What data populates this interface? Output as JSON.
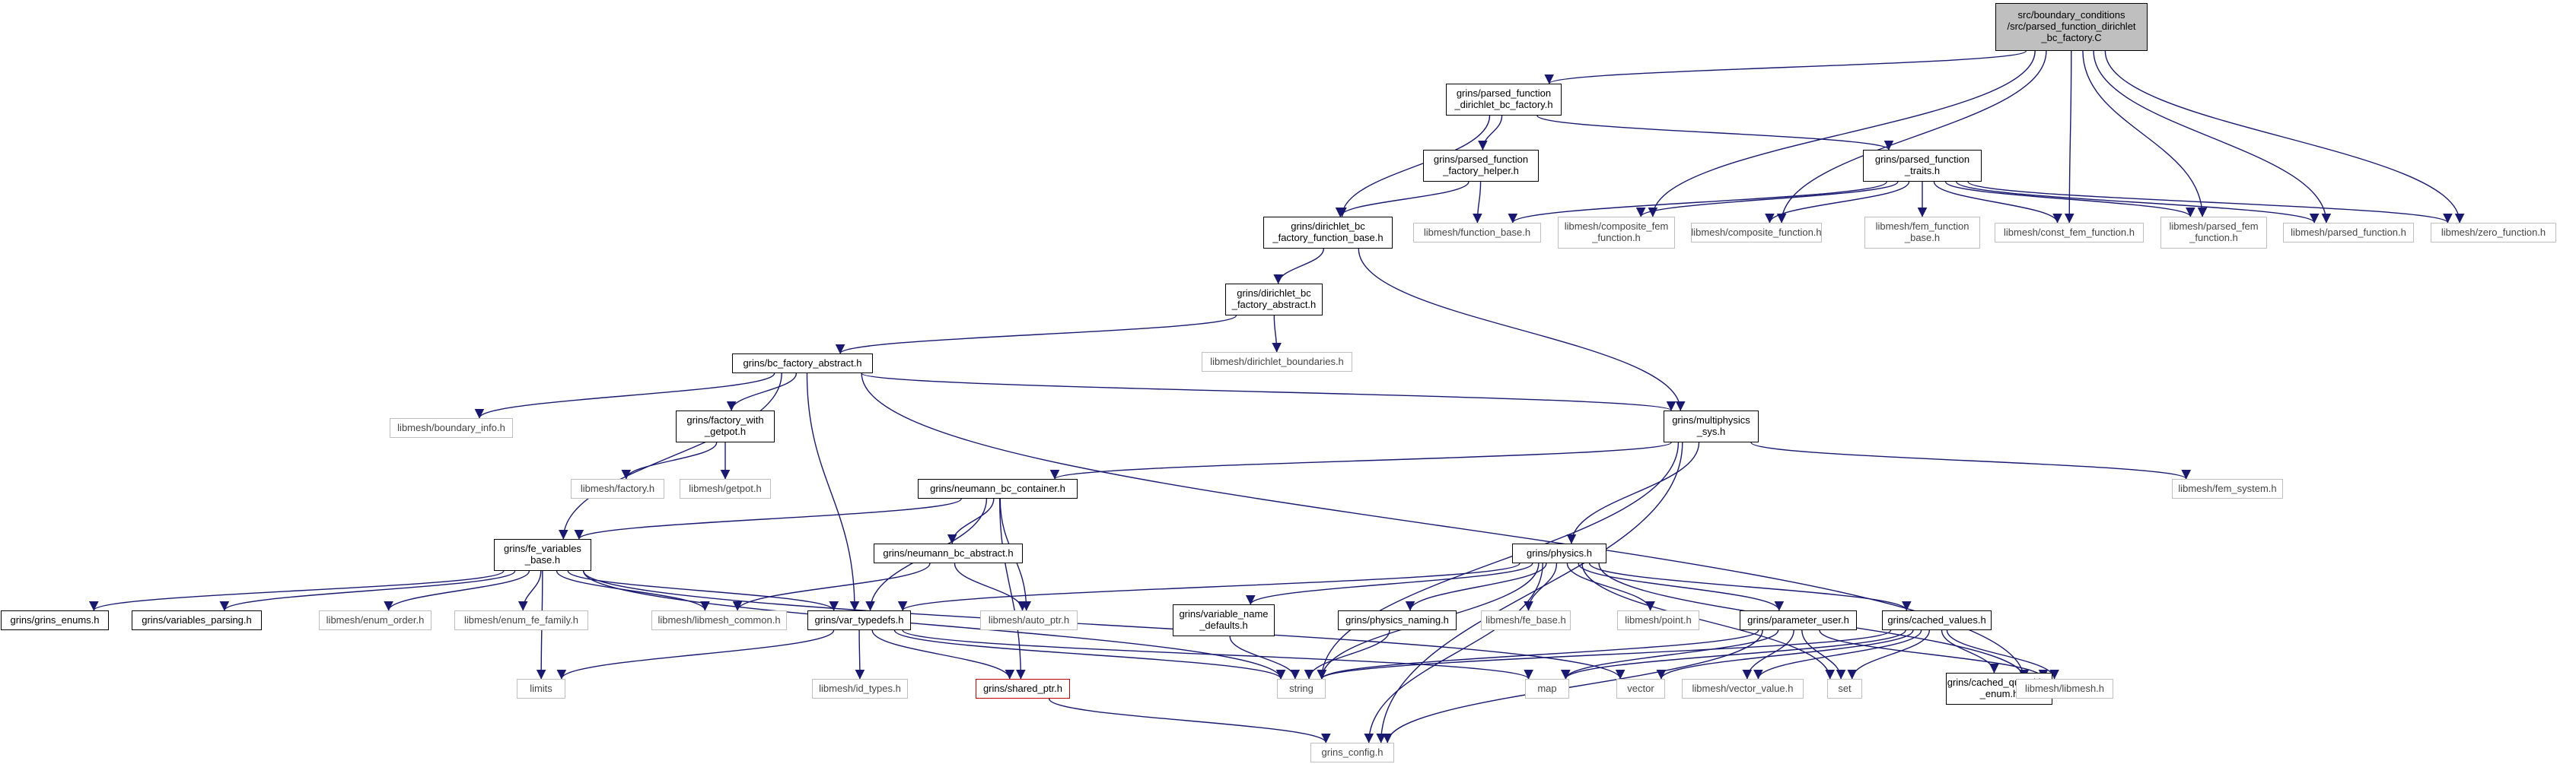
{
  "diagram": {
    "edge_color": "#191970",
    "nodes": [
      {
        "id": "root",
        "label": "src/boundary_conditions\n/src/parsed_function_dirichlet\n_bc_factory.C",
        "kind": "root"
      },
      {
        "id": "pfdbf",
        "label": "grins/parsed_function\n_dirichlet_bc_factory.h",
        "kind": "doc"
      },
      {
        "id": "pfffh",
        "label": "grins/parsed_function\n_factory_helper.h",
        "kind": "doc"
      },
      {
        "id": "pft",
        "label": "grins/parsed_function\n_traits.h",
        "kind": "doc"
      },
      {
        "id": "dbffb",
        "label": "grins/dirichlet_bc\n_factory_function_base.h",
        "kind": "doc"
      },
      {
        "id": "fbase",
        "label": "libmesh/function_base.h",
        "kind": "ext"
      },
      {
        "id": "cfemf",
        "label": "libmesh/composite_fem\n_function.h",
        "kind": "ext"
      },
      {
        "id": "compf",
        "label": "libmesh/composite_function.h",
        "kind": "ext"
      },
      {
        "id": "femfb",
        "label": "libmesh/fem_function\n_base.h",
        "kind": "ext"
      },
      {
        "id": "constfem",
        "label": "libmesh/const_fem_function.h",
        "kind": "ext"
      },
      {
        "id": "pfem",
        "label": "libmesh/parsed_fem\n_function.h",
        "kind": "ext"
      },
      {
        "id": "parsedf",
        "label": "libmesh/parsed_function.h",
        "kind": "ext"
      },
      {
        "id": "zerof",
        "label": "libmesh/zero_function.h",
        "kind": "ext"
      },
      {
        "id": "dbfa",
        "label": "grins/dirichlet_bc\n_factory_abstract.h",
        "kind": "doc"
      },
      {
        "id": "dboundaries",
        "label": "libmesh/dirichlet_boundaries.h",
        "kind": "ext"
      },
      {
        "id": "bcfa",
        "label": "grins/bc_factory_abstract.h",
        "kind": "doc"
      },
      {
        "id": "binfo",
        "label": "libmesh/boundary_info.h",
        "kind": "ext"
      },
      {
        "id": "fwg",
        "label": "grins/factory_with\n_getpot.h",
        "kind": "doc"
      },
      {
        "id": "msys",
        "label": "grins/multiphysics\n_sys.h",
        "kind": "doc"
      },
      {
        "id": "factory",
        "label": "libmesh/factory.h",
        "kind": "ext"
      },
      {
        "id": "getpot",
        "label": "libmesh/getpot.h",
        "kind": "ext"
      },
      {
        "id": "femsys",
        "label": "libmesh/fem_system.h",
        "kind": "ext"
      },
      {
        "id": "nbcc",
        "label": "grins/neumann_bc_container.h",
        "kind": "doc"
      },
      {
        "id": "fevb",
        "label": "grins/fe_variables\n_base.h",
        "kind": "doc"
      },
      {
        "id": "nbca",
        "label": "grins/neumann_bc_abstract.h",
        "kind": "doc"
      },
      {
        "id": "physics",
        "label": "grins/physics.h",
        "kind": "doc"
      },
      {
        "id": "genums",
        "label": "grins/grins_enums.h",
        "kind": "doc"
      },
      {
        "id": "vparsing",
        "label": "grins/variables_parsing.h",
        "kind": "doc"
      },
      {
        "id": "eorder",
        "label": "libmesh/enum_order.h",
        "kind": "ext"
      },
      {
        "id": "efefam",
        "label": "libmesh/enum_fe_family.h",
        "kind": "ext"
      },
      {
        "id": "lcommon",
        "label": "libmesh/libmesh_common.h",
        "kind": "ext"
      },
      {
        "id": "vtypedefs",
        "label": "grins/var_typedefs.h",
        "kind": "doc"
      },
      {
        "id": "autoptr",
        "label": "libmesh/auto_ptr.h",
        "kind": "ext"
      },
      {
        "id": "vnd",
        "label": "grins/variable_name\n_defaults.h",
        "kind": "doc"
      },
      {
        "id": "pnaming",
        "label": "grins/physics_naming.h",
        "kind": "doc"
      },
      {
        "id": "febase",
        "label": "libmesh/fe_base.h",
        "kind": "ext"
      },
      {
        "id": "point",
        "label": "libmesh/point.h",
        "kind": "ext"
      },
      {
        "id": "puser",
        "label": "grins/parameter_user.h",
        "kind": "doc"
      },
      {
        "id": "cvalues",
        "label": "grins/cached_values.h",
        "kind": "doc"
      },
      {
        "id": "limits",
        "label": "limits",
        "kind": "ext"
      },
      {
        "id": "idtypes",
        "label": "libmesh/id_types.h",
        "kind": "ext"
      },
      {
        "id": "sptr",
        "label": "grins/shared_ptr.h",
        "kind": "warn"
      },
      {
        "id": "string",
        "label": "string",
        "kind": "ext"
      },
      {
        "id": "map",
        "label": "map",
        "kind": "ext"
      },
      {
        "id": "vector",
        "label": "vector",
        "kind": "ext"
      },
      {
        "id": "vvalue",
        "label": "libmesh/vector_value.h",
        "kind": "ext"
      },
      {
        "id": "set",
        "label": "set",
        "kind": "ext"
      },
      {
        "id": "cqe",
        "label": "grins/cached_quantities\n_enum.h",
        "kind": "doc"
      },
      {
        "id": "libmesh",
        "label": "libmesh/libmesh.h",
        "kind": "ext"
      },
      {
        "id": "gconfig",
        "label": "grins_config.h",
        "kind": "ext"
      }
    ],
    "edges": [
      [
        "root",
        "pfdbf"
      ],
      [
        "root",
        "cfemf"
      ],
      [
        "root",
        "compf"
      ],
      [
        "root",
        "constfem"
      ],
      [
        "root",
        "pfem"
      ],
      [
        "root",
        "parsedf"
      ],
      [
        "root",
        "zerof"
      ],
      [
        "pfdbf",
        "pfffh"
      ],
      [
        "pfdbf",
        "pft"
      ],
      [
        "pfdbf",
        "dbffb"
      ],
      [
        "pfffh",
        "dbffb"
      ],
      [
        "pfffh",
        "fbase"
      ],
      [
        "pft",
        "fbase"
      ],
      [
        "pft",
        "cfemf"
      ],
      [
        "pft",
        "compf"
      ],
      [
        "pft",
        "femfb"
      ],
      [
        "pft",
        "constfem"
      ],
      [
        "pft",
        "pfem"
      ],
      [
        "pft",
        "parsedf"
      ],
      [
        "pft",
        "zerof"
      ],
      [
        "dbffb",
        "dbfa"
      ],
      [
        "dbffb",
        "msys"
      ],
      [
        "dbfa",
        "bcfa"
      ],
      [
        "dbfa",
        "dboundaries"
      ],
      [
        "bcfa",
        "binfo"
      ],
      [
        "bcfa",
        "fwg"
      ],
      [
        "bcfa",
        "msys"
      ],
      [
        "bcfa",
        "fevb"
      ],
      [
        "bcfa",
        "vtypedefs"
      ],
      [
        "bcfa",
        "libmesh"
      ],
      [
        "fwg",
        "factory"
      ],
      [
        "fwg",
        "getpot"
      ],
      [
        "msys",
        "femsys"
      ],
      [
        "msys",
        "nbcc"
      ],
      [
        "msys",
        "physics"
      ],
      [
        "msys",
        "string"
      ],
      [
        "msys",
        "gconfig"
      ],
      [
        "nbcc",
        "fevb"
      ],
      [
        "nbcc",
        "nbca"
      ],
      [
        "nbcc",
        "vtypedefs"
      ],
      [
        "nbcc",
        "autoptr"
      ],
      [
        "nbcc",
        "sptr"
      ],
      [
        "nbca",
        "lcommon"
      ],
      [
        "nbca",
        "autoptr"
      ],
      [
        "fevb",
        "genums"
      ],
      [
        "fevb",
        "vparsing"
      ],
      [
        "fevb",
        "eorder"
      ],
      [
        "fevb",
        "efefam"
      ],
      [
        "fevb",
        "lcommon"
      ],
      [
        "fevb",
        "vtypedefs"
      ],
      [
        "fevb",
        "limits"
      ],
      [
        "fevb",
        "string"
      ],
      [
        "fevb",
        "vector"
      ],
      [
        "physics",
        "vtypedefs"
      ],
      [
        "physics",
        "vnd"
      ],
      [
        "physics",
        "pnaming"
      ],
      [
        "physics",
        "febase"
      ],
      [
        "physics",
        "point"
      ],
      [
        "physics",
        "puser"
      ],
      [
        "physics",
        "cvalues"
      ],
      [
        "physics",
        "string"
      ],
      [
        "physics",
        "gconfig"
      ],
      [
        "physics",
        "libmesh"
      ],
      [
        "physics",
        "set"
      ],
      [
        "vtypedefs",
        "limits"
      ],
      [
        "vtypedefs",
        "idtypes"
      ],
      [
        "vtypedefs",
        "sptr"
      ],
      [
        "vtypedefs",
        "string"
      ],
      [
        "vtypedefs",
        "map"
      ],
      [
        "vnd",
        "string"
      ],
      [
        "pnaming",
        "string"
      ],
      [
        "puser",
        "string"
      ],
      [
        "puser",
        "map"
      ],
      [
        "puser",
        "vvalue"
      ],
      [
        "puser",
        "set"
      ],
      [
        "puser",
        "libmesh"
      ],
      [
        "puser",
        "gconfig"
      ],
      [
        "cvalues",
        "vector"
      ],
      [
        "cvalues",
        "map"
      ],
      [
        "cvalues",
        "vvalue"
      ],
      [
        "cvalues",
        "set"
      ],
      [
        "cvalues",
        "cqe"
      ],
      [
        "cvalues",
        "libmesh"
      ],
      [
        "cvalues",
        "string"
      ],
      [
        "sptr",
        "gconfig"
      ]
    ]
  }
}
